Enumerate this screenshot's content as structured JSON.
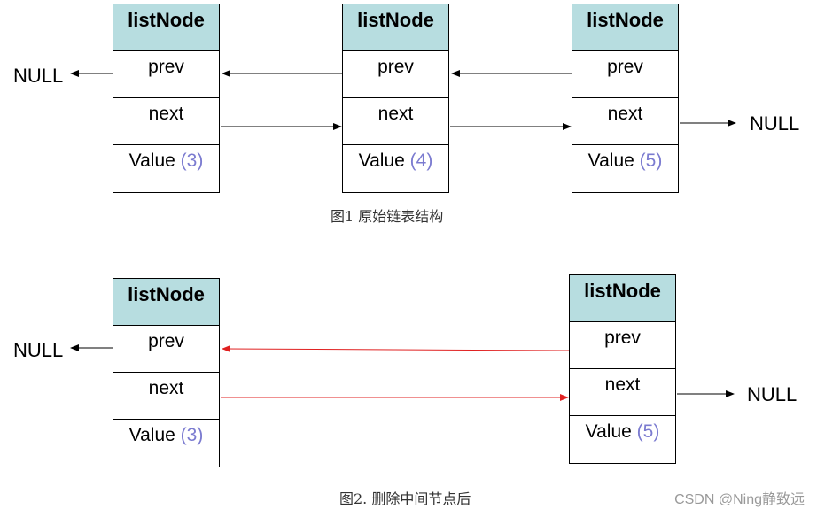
{
  "figure1": {
    "caption": "图1 原始链表结构",
    "nodes": [
      {
        "header": "listNode",
        "prev": "prev",
        "next": "next",
        "value_label": "Value",
        "value": "(3)"
      },
      {
        "header": "listNode",
        "prev": "prev",
        "next": "next",
        "value_label": "Value",
        "value": "(4)"
      },
      {
        "header": "listNode",
        "prev": "prev",
        "next": "next",
        "value_label": "Value",
        "value": "(5)"
      }
    ],
    "null_left": "NULL",
    "null_right": "NULL"
  },
  "figure2": {
    "caption": "图2. 删除中间节点后",
    "nodes": [
      {
        "header": "listNode",
        "prev": "prev",
        "next": "next",
        "value_label": "Value",
        "value": "(3)"
      },
      {
        "header": "listNode",
        "prev": "prev",
        "next": "next",
        "value_label": "Value",
        "value": "(5)"
      }
    ],
    "null_left": "NULL",
    "null_right": "NULL"
  },
  "colors": {
    "header_fill": "#b7dde0",
    "value_number": "#7b7bd0",
    "normal_link": "#000000",
    "deleted_link": "#e02020"
  },
  "watermark": "CSDN @Ning静致远"
}
